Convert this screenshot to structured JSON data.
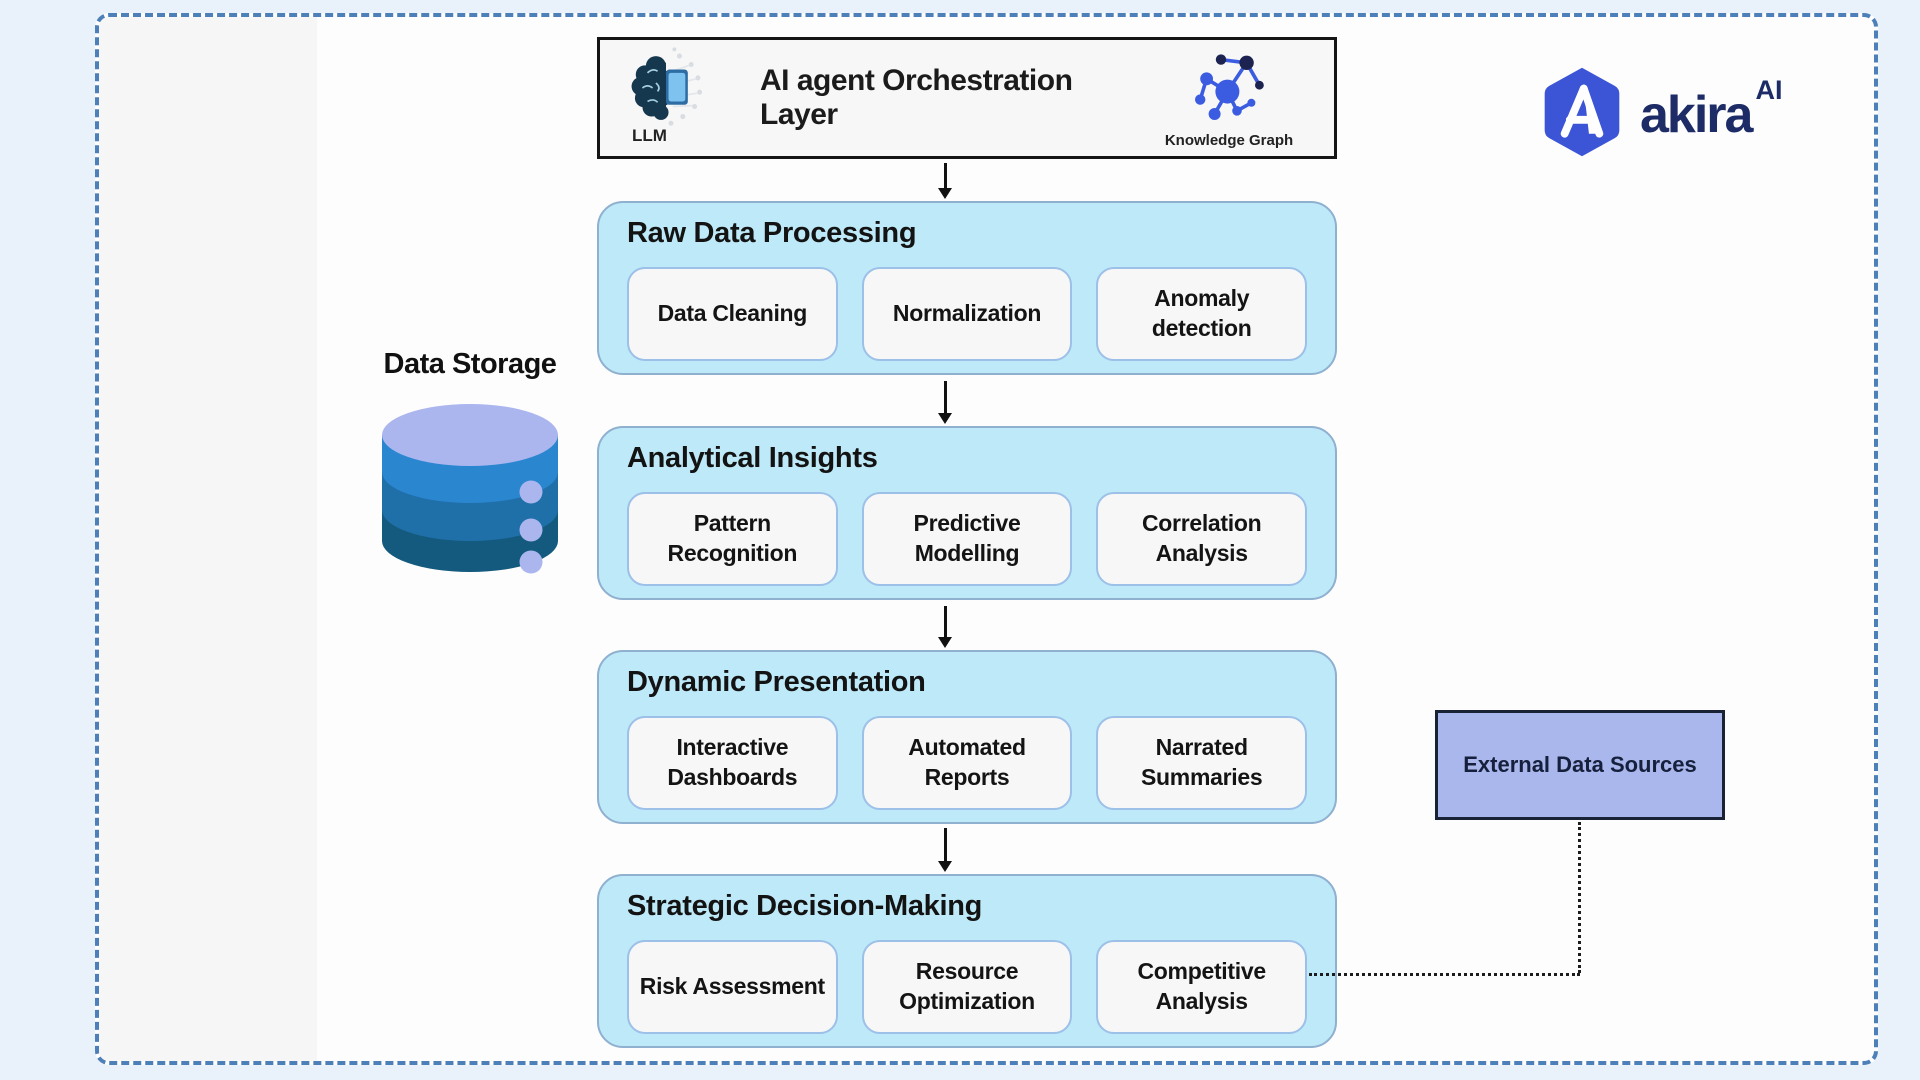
{
  "brand": {
    "name": "akira",
    "superscript": "AI"
  },
  "orchestration": {
    "title": "AI agent Orchestration Layer",
    "llm_label": "LLM",
    "knowledge_graph_label": "Knowledge Graph"
  },
  "data_storage": {
    "label": "Data Storage"
  },
  "sections": [
    {
      "title": "Raw Data Processing",
      "items": [
        "Data Cleaning",
        "Normalization",
        "Anomaly detection"
      ]
    },
    {
      "title": "Analytical Insights",
      "items": [
        "Pattern Recognition",
        "Predictive Modelling",
        "Correlation Analysis"
      ]
    },
    {
      "title": "Dynamic Presentation",
      "items": [
        "Interactive Dashboards",
        "Automated Reports",
        "Narrated Summaries"
      ]
    },
    {
      "title": "Strategic Decision-Making",
      "items": [
        "Risk Assessment",
        "Resource Optimization",
        "Competitive Analysis"
      ]
    }
  ],
  "external_sources": {
    "label": "External Data Sources"
  },
  "colors": {
    "page_background": "#e9f1fa",
    "frame_border": "#4d7fb8",
    "section_fill": "#bee9f8",
    "section_border": "#8fb0cf",
    "item_fill": "#f7f7f7",
    "item_border": "#9cc0e8",
    "external_fill": "#a9b7ed",
    "logo_hexagon": "#3c55d6",
    "logo_text": "#1d2b66",
    "cylinder_top": "#abb6ef",
    "cylinder_band_1": "#2b86d0",
    "cylinder_band_2": "#1f6fa9",
    "cylinder_band_3": "#135a7e",
    "connector": "#1c1c1c"
  }
}
